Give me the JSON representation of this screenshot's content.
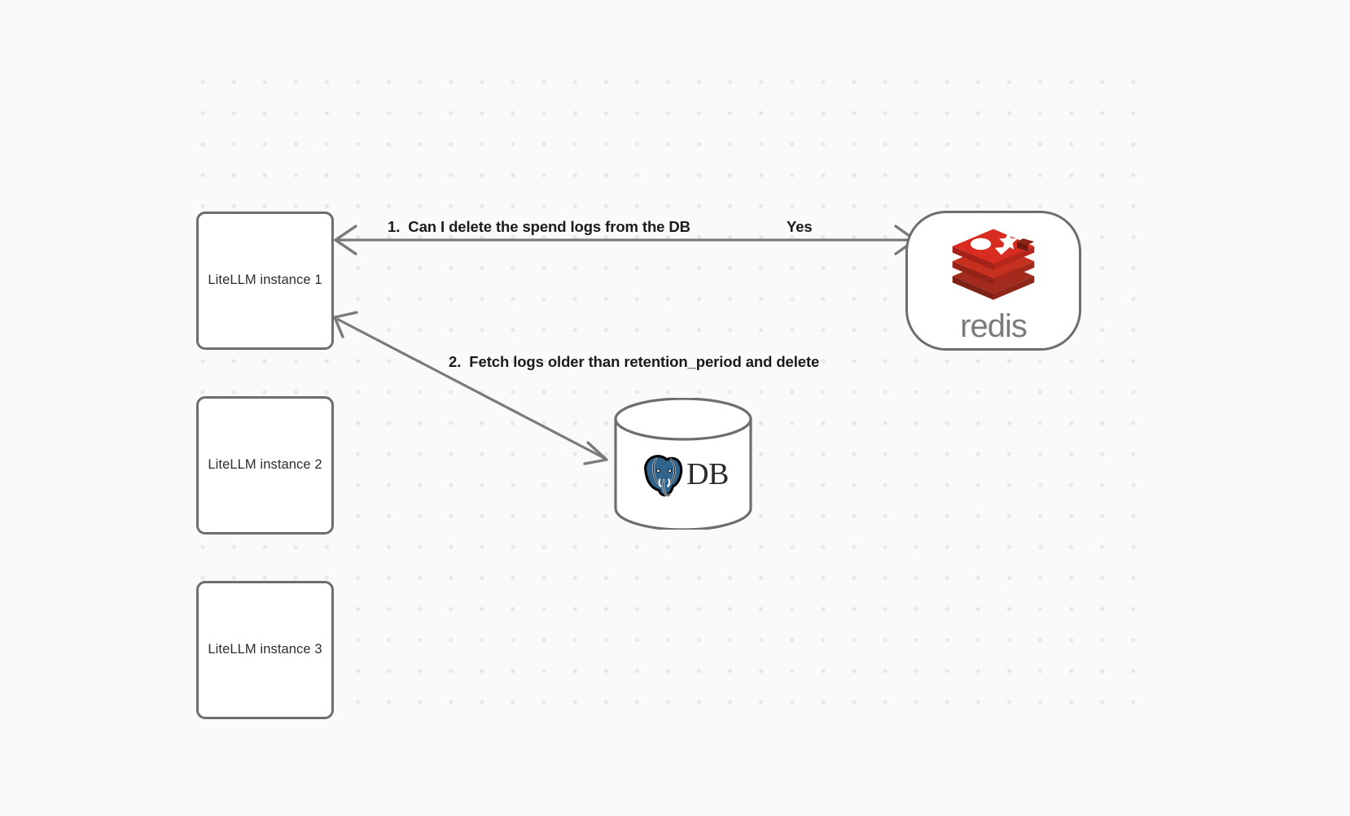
{
  "canvas": {
    "background_color": "#fafafa",
    "grid_dot_color": "#e9e9e9",
    "node_border_color": "#6e6e6e",
    "edge_color": "#7a7a7a",
    "redis_red": "#d82c20",
    "postgres_blue": "#31648c"
  },
  "nodes": {
    "litellm_1": {
      "label": "LiteLLM instance 1"
    },
    "litellm_2": {
      "label": "LiteLLM instance 2"
    },
    "litellm_3": {
      "label": "LiteLLM instance 3"
    },
    "redis": {
      "label": "redis",
      "icon": "redis-stacked-cubes-icon"
    },
    "db": {
      "label": "DB",
      "icon": "postgresql-elephant-icon"
    }
  },
  "edges": [
    {
      "id": "edge-redis-to-litellm-1",
      "from": "redis",
      "to": "litellm_1",
      "label": "1.  Can I delete the spend logs from the DB",
      "answer_label": "Yes"
    },
    {
      "id": "edge-db-to-litellm-1",
      "from": "litellm_1",
      "to": "db",
      "label": "2.  Fetch logs older than retention_period and delete"
    }
  ]
}
